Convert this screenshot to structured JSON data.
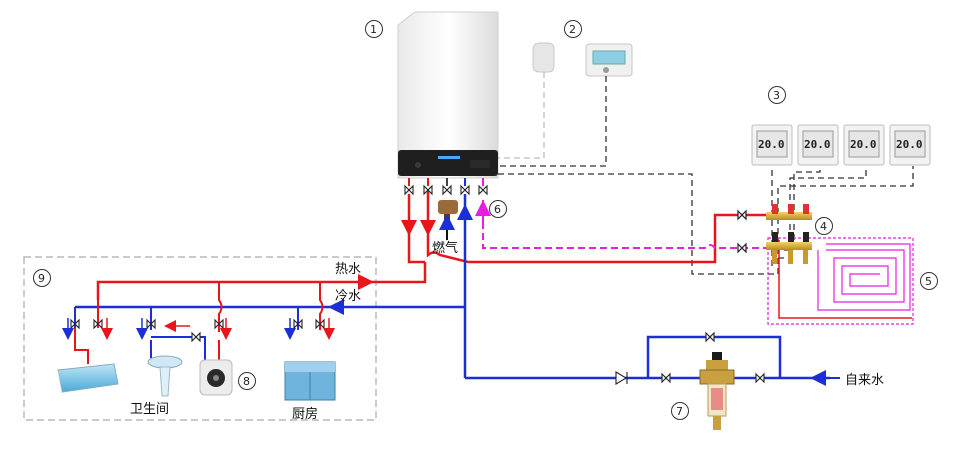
{
  "colors": {
    "hot": "#e8161b",
    "cold": "#1c2fd6",
    "gas_dash": "#e61ee0",
    "control_dash": "#333333",
    "sensor_dash": "#bdbdbd",
    "boundary": "#aaaaaa",
    "floor_heat": "#e61ee0"
  },
  "labels": {
    "hot_water": "热水",
    "cold_water": "冷水",
    "gas": "燃气",
    "tap_water": "自来水",
    "bathroom": "卫生间",
    "kitchen": "厨房"
  },
  "callouts": [
    "1",
    "2",
    "3",
    "4",
    "5",
    "6",
    "7",
    "8",
    "9"
  ],
  "thermostat_readings": [
    "20.0",
    "20.0",
    "20.0",
    "20.0"
  ],
  "icons": {
    "boiler": "wall-gas-boiler-icon",
    "outdoor_sensor": "outdoor-sensor-icon",
    "controller": "room-controller-icon",
    "thermostat": "room-thermostat-icon",
    "manifold": "manifold-icon",
    "floor_loop": "floor-heating-coil-icon",
    "filter": "pre-filter-icon",
    "bathtub": "bathtub-icon",
    "basin": "wash-basin-icon",
    "water_heater": "small-water-heater-icon",
    "sink": "kitchen-sink-icon"
  }
}
